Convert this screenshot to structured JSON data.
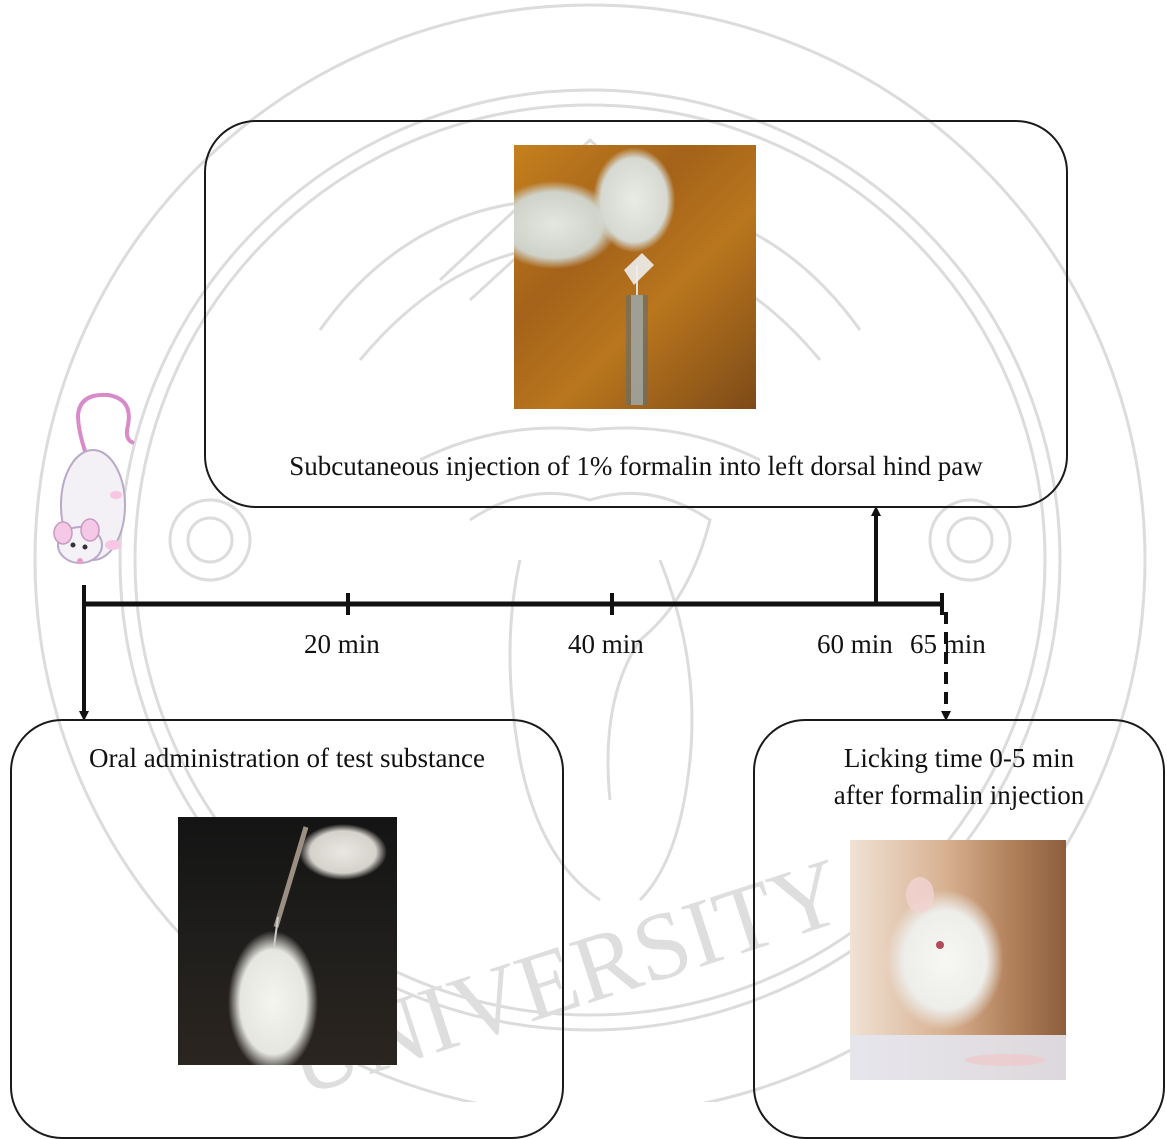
{
  "watermark": {
    "arc_text_top": "",
    "bottom_text": "UNIVERSITY",
    "color": "#d9d9d9"
  },
  "timeline": {
    "ticks": [
      {
        "value": 0,
        "label": ""
      },
      {
        "value": 20,
        "label": "20 min"
      },
      {
        "value": 40,
        "label": "40 min"
      },
      {
        "value": 60,
        "label": "60 min"
      },
      {
        "value": 65,
        "label": "65 min"
      }
    ],
    "line_color": "#111111"
  },
  "steps": {
    "injection": {
      "caption": "Subcutaneous injection of 1% formalin into left dorsal hind paw",
      "time_min": 60,
      "photo_icon": "syringe-paw-photo"
    },
    "oral": {
      "caption": "Oral administration of test substance",
      "time_min": 0,
      "photo_icon": "oral-gavage-photo"
    },
    "licking": {
      "caption_line1": "Licking time 0-5 min",
      "caption_line2": "after formalin injection",
      "time_min": 62,
      "photo_icon": "rat-licking-paw-photo"
    }
  },
  "icons": {
    "rat": "rat-icon"
  }
}
